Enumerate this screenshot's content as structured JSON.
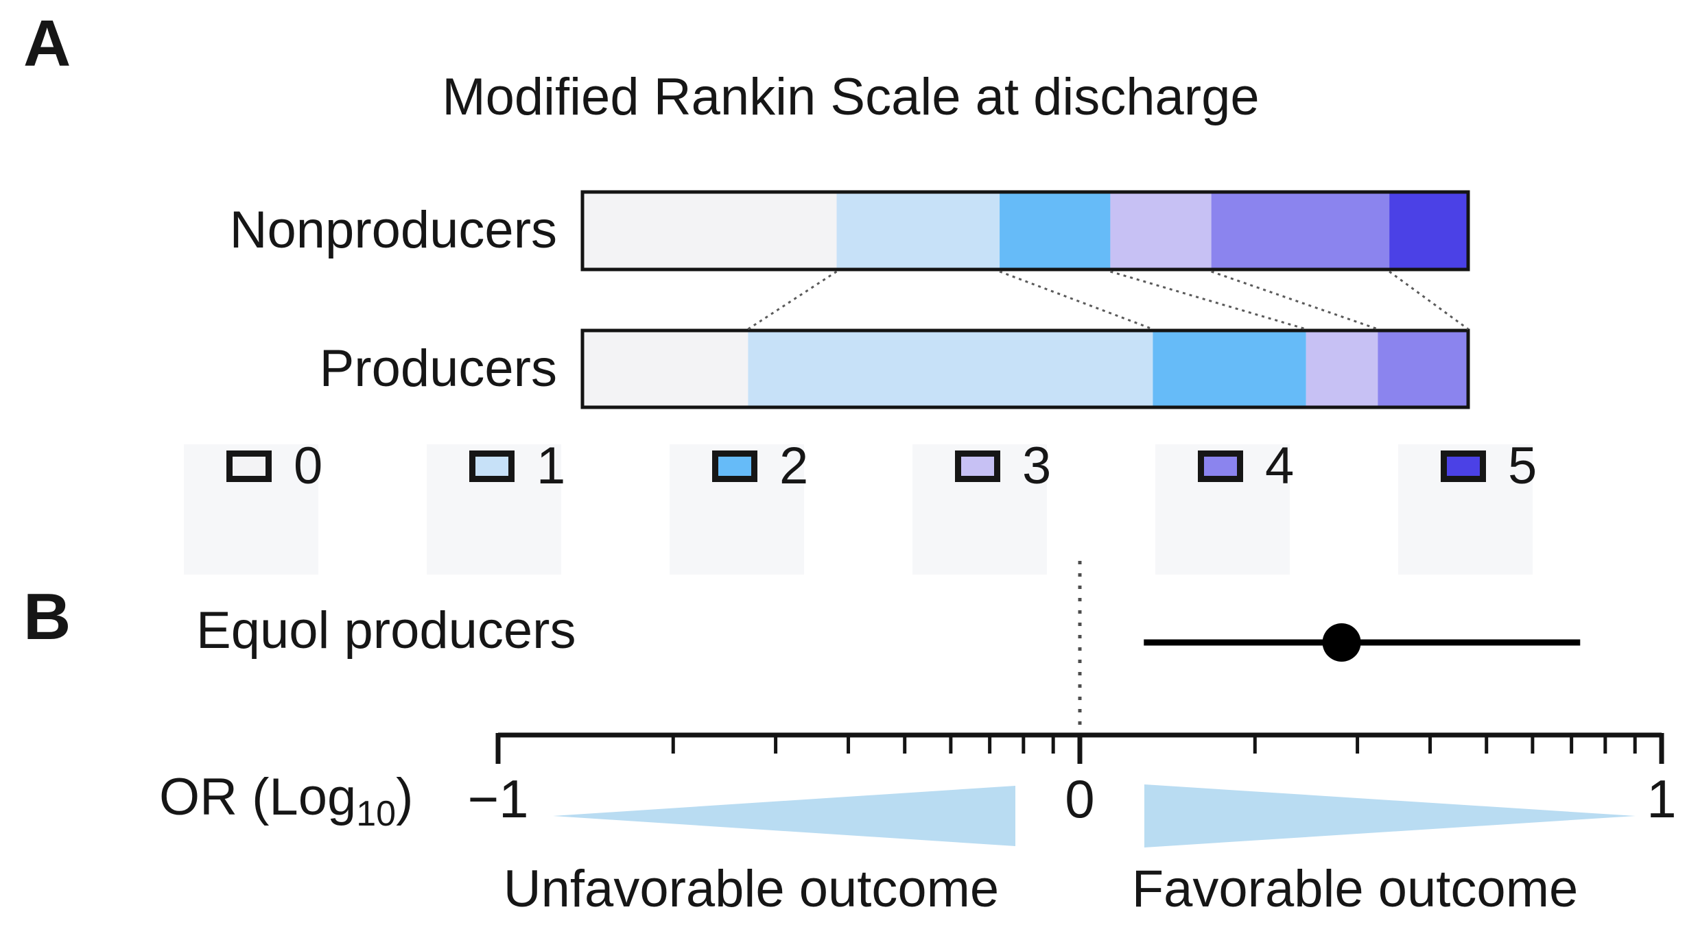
{
  "chart_data": [
    {
      "type": "bar",
      "variant": "stacked-horizontal-100pct",
      "panel_label": "A",
      "title": "Modified Rankin Scale at discharge",
      "categories": [
        "0",
        "1",
        "2",
        "3",
        "4",
        "5"
      ],
      "series": [
        {
          "name": "Nonproducers",
          "values_pct": [
            28.7,
            18.4,
            12.5,
            11.4,
            20.1,
            8.9
          ]
        },
        {
          "name": "Producers",
          "values_pct": [
            18.7,
            45.7,
            17.3,
            8.1,
            10.2,
            0
          ]
        }
      ],
      "colors": [
        "#f3f3f5",
        "#c7e1f8",
        "#66bbf8",
        "#c7c1f4",
        "#8b84ee",
        "#4b41e6"
      ],
      "legend_position": "bottom",
      "grid": false
    },
    {
      "type": "scatter",
      "variant": "forest-plot",
      "panel_label": "B",
      "row_label": "Equol producers",
      "xlabel": {
        "prefix": "OR (Log",
        "sub": "10",
        "suffix": ")"
      },
      "xlim": [
        -1,
        1
      ],
      "x_scale": "log10 odds ratio",
      "x_major_ticks": [
        -1,
        0,
        1
      ],
      "x_major_tick_labels": [
        "−1",
        "0",
        "1"
      ],
      "x_minor_ticks_or": [
        0.2,
        0.3,
        0.4,
        0.5,
        0.6,
        0.7,
        0.8,
        0.9,
        2,
        3,
        4,
        5,
        6,
        7,
        8,
        9
      ],
      "reference_line_x": 0,
      "point": {
        "estimate_log10": 0.45,
        "ci_log10": [
          0.11,
          0.86
        ]
      },
      "annotations": [
        {
          "text": "Unfavorable outcome",
          "side": "left"
        },
        {
          "text": "Favorable outcome",
          "side": "right"
        }
      ],
      "arrow_color": "#b9dcf2",
      "point_color": "#000000",
      "axis_color": "#141414"
    }
  ]
}
